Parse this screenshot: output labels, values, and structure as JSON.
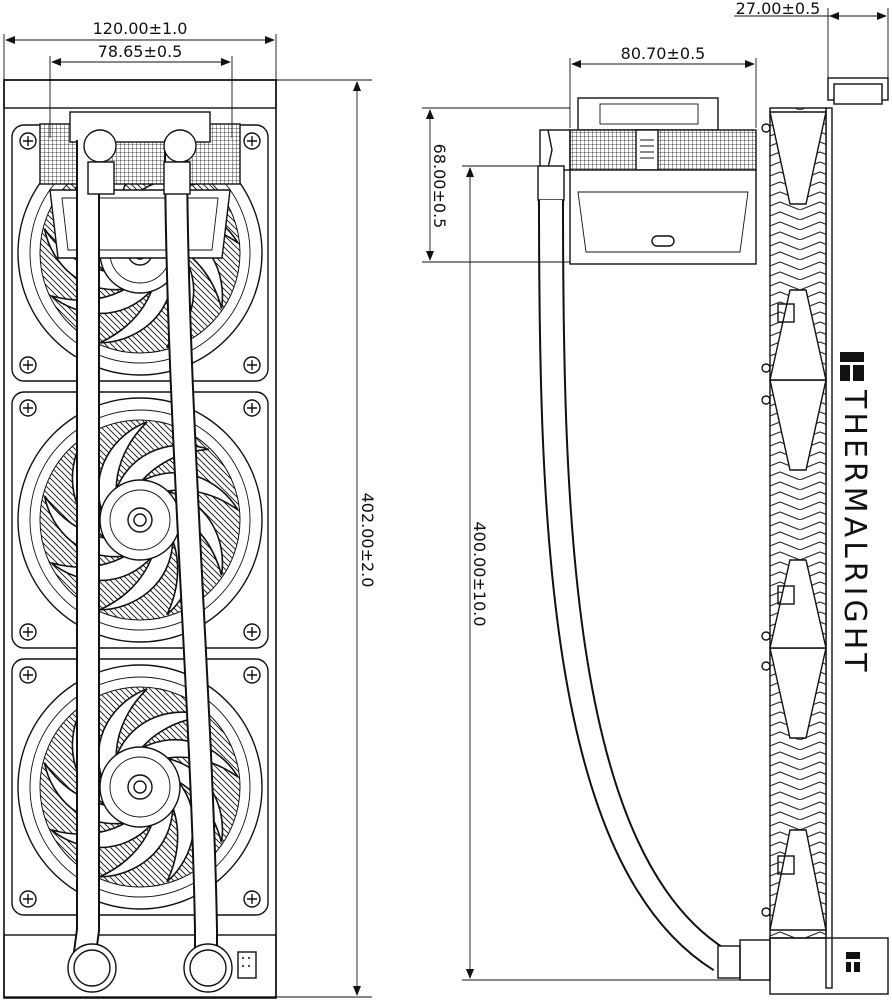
{
  "front_view": {
    "width_dim": "120.00±1.0",
    "tube_spacing_dim": "78.65±0.5",
    "height_dim": "402.00±2.0",
    "fan_count": 3
  },
  "side_view": {
    "pump_width_dim": "80.70±0.5",
    "pump_height_dim": "68.00±0.5",
    "tube_length_dim": "400.00±10.0",
    "thickness_dim": "27.00±0.5",
    "brand": "THERMALRIGHT"
  }
}
